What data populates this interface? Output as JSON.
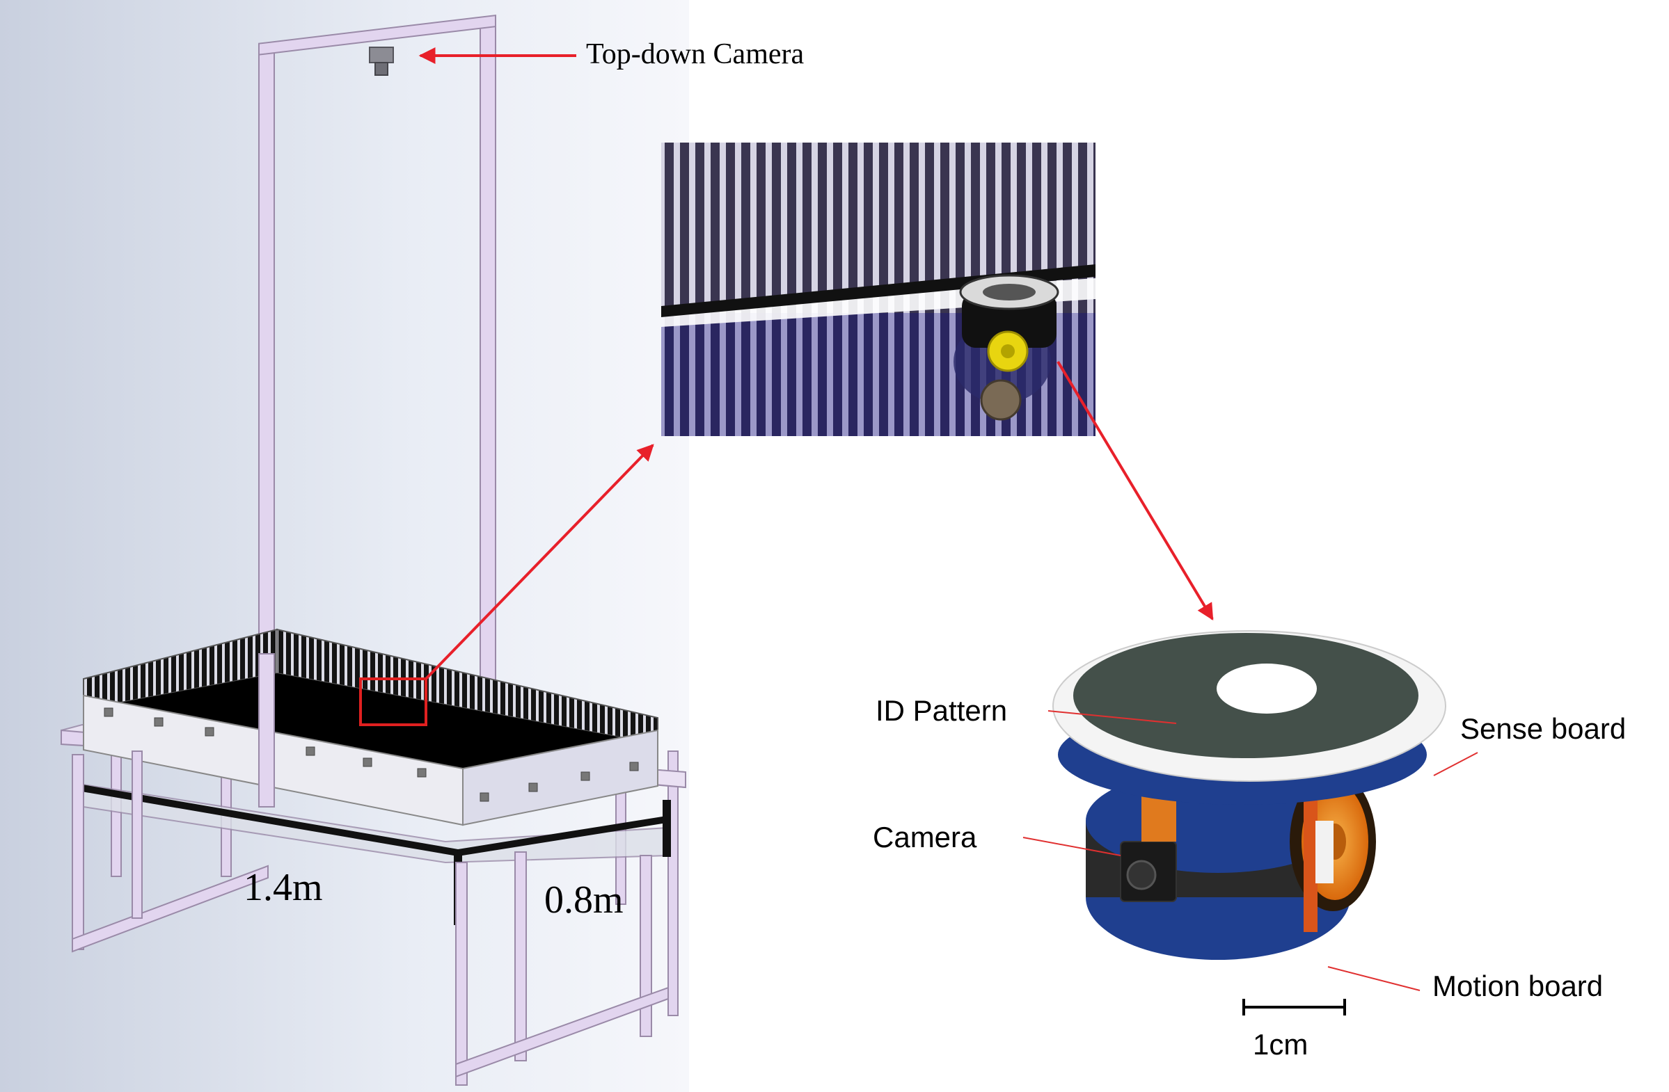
{
  "labels": {
    "top_down_camera": "Top-down Camera",
    "arena_length": "1.4m",
    "arena_width": "0.8m",
    "id_pattern": "ID Pattern",
    "sense_board": "Sense board",
    "camera": "Camera",
    "motion_board": "Motion board",
    "scale_bar": "1cm"
  },
  "colors": {
    "arrow": "#e8202a",
    "callout_line": "#e03030",
    "frame": "#e2d5ef",
    "frame_edge": "#9a8aa8",
    "arena_wall": "#ececf2",
    "arena_floor": "#000000",
    "stripe_dark": "#141414",
    "stripe_light": "#dcdce6",
    "pcb_blue": "#1f3f8f",
    "wheel_orange": "#f08a1a",
    "flex_cable": "#e07a1e",
    "wheel_yellow": "#e8d510"
  },
  "icons": {
    "overhead_camera": "camera-icon",
    "robot": "robot-icon"
  }
}
